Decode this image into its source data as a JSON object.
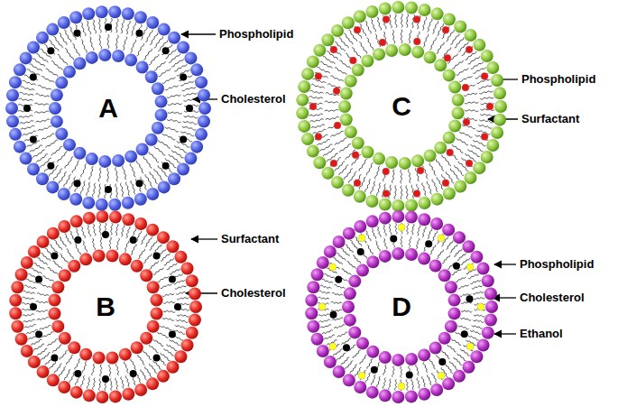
{
  "diagram": {
    "nodes": [
      {
        "text": [
          "A"
        ]
      },
      {
        "text": [
          "C"
        ]
      },
      {
        "text": [
          "B"
        ]
      },
      {
        "text": [
          "D"
        ]
      }
    ],
    "labels": [
      "Phospholipid",
      "Cholesterol",
      "Phospholipid",
      "Surfactant",
      "Surfactant",
      "Cholesterol",
      "Phospholipid",
      "Cholesterol",
      "Ethanol"
    ]
  }
}
